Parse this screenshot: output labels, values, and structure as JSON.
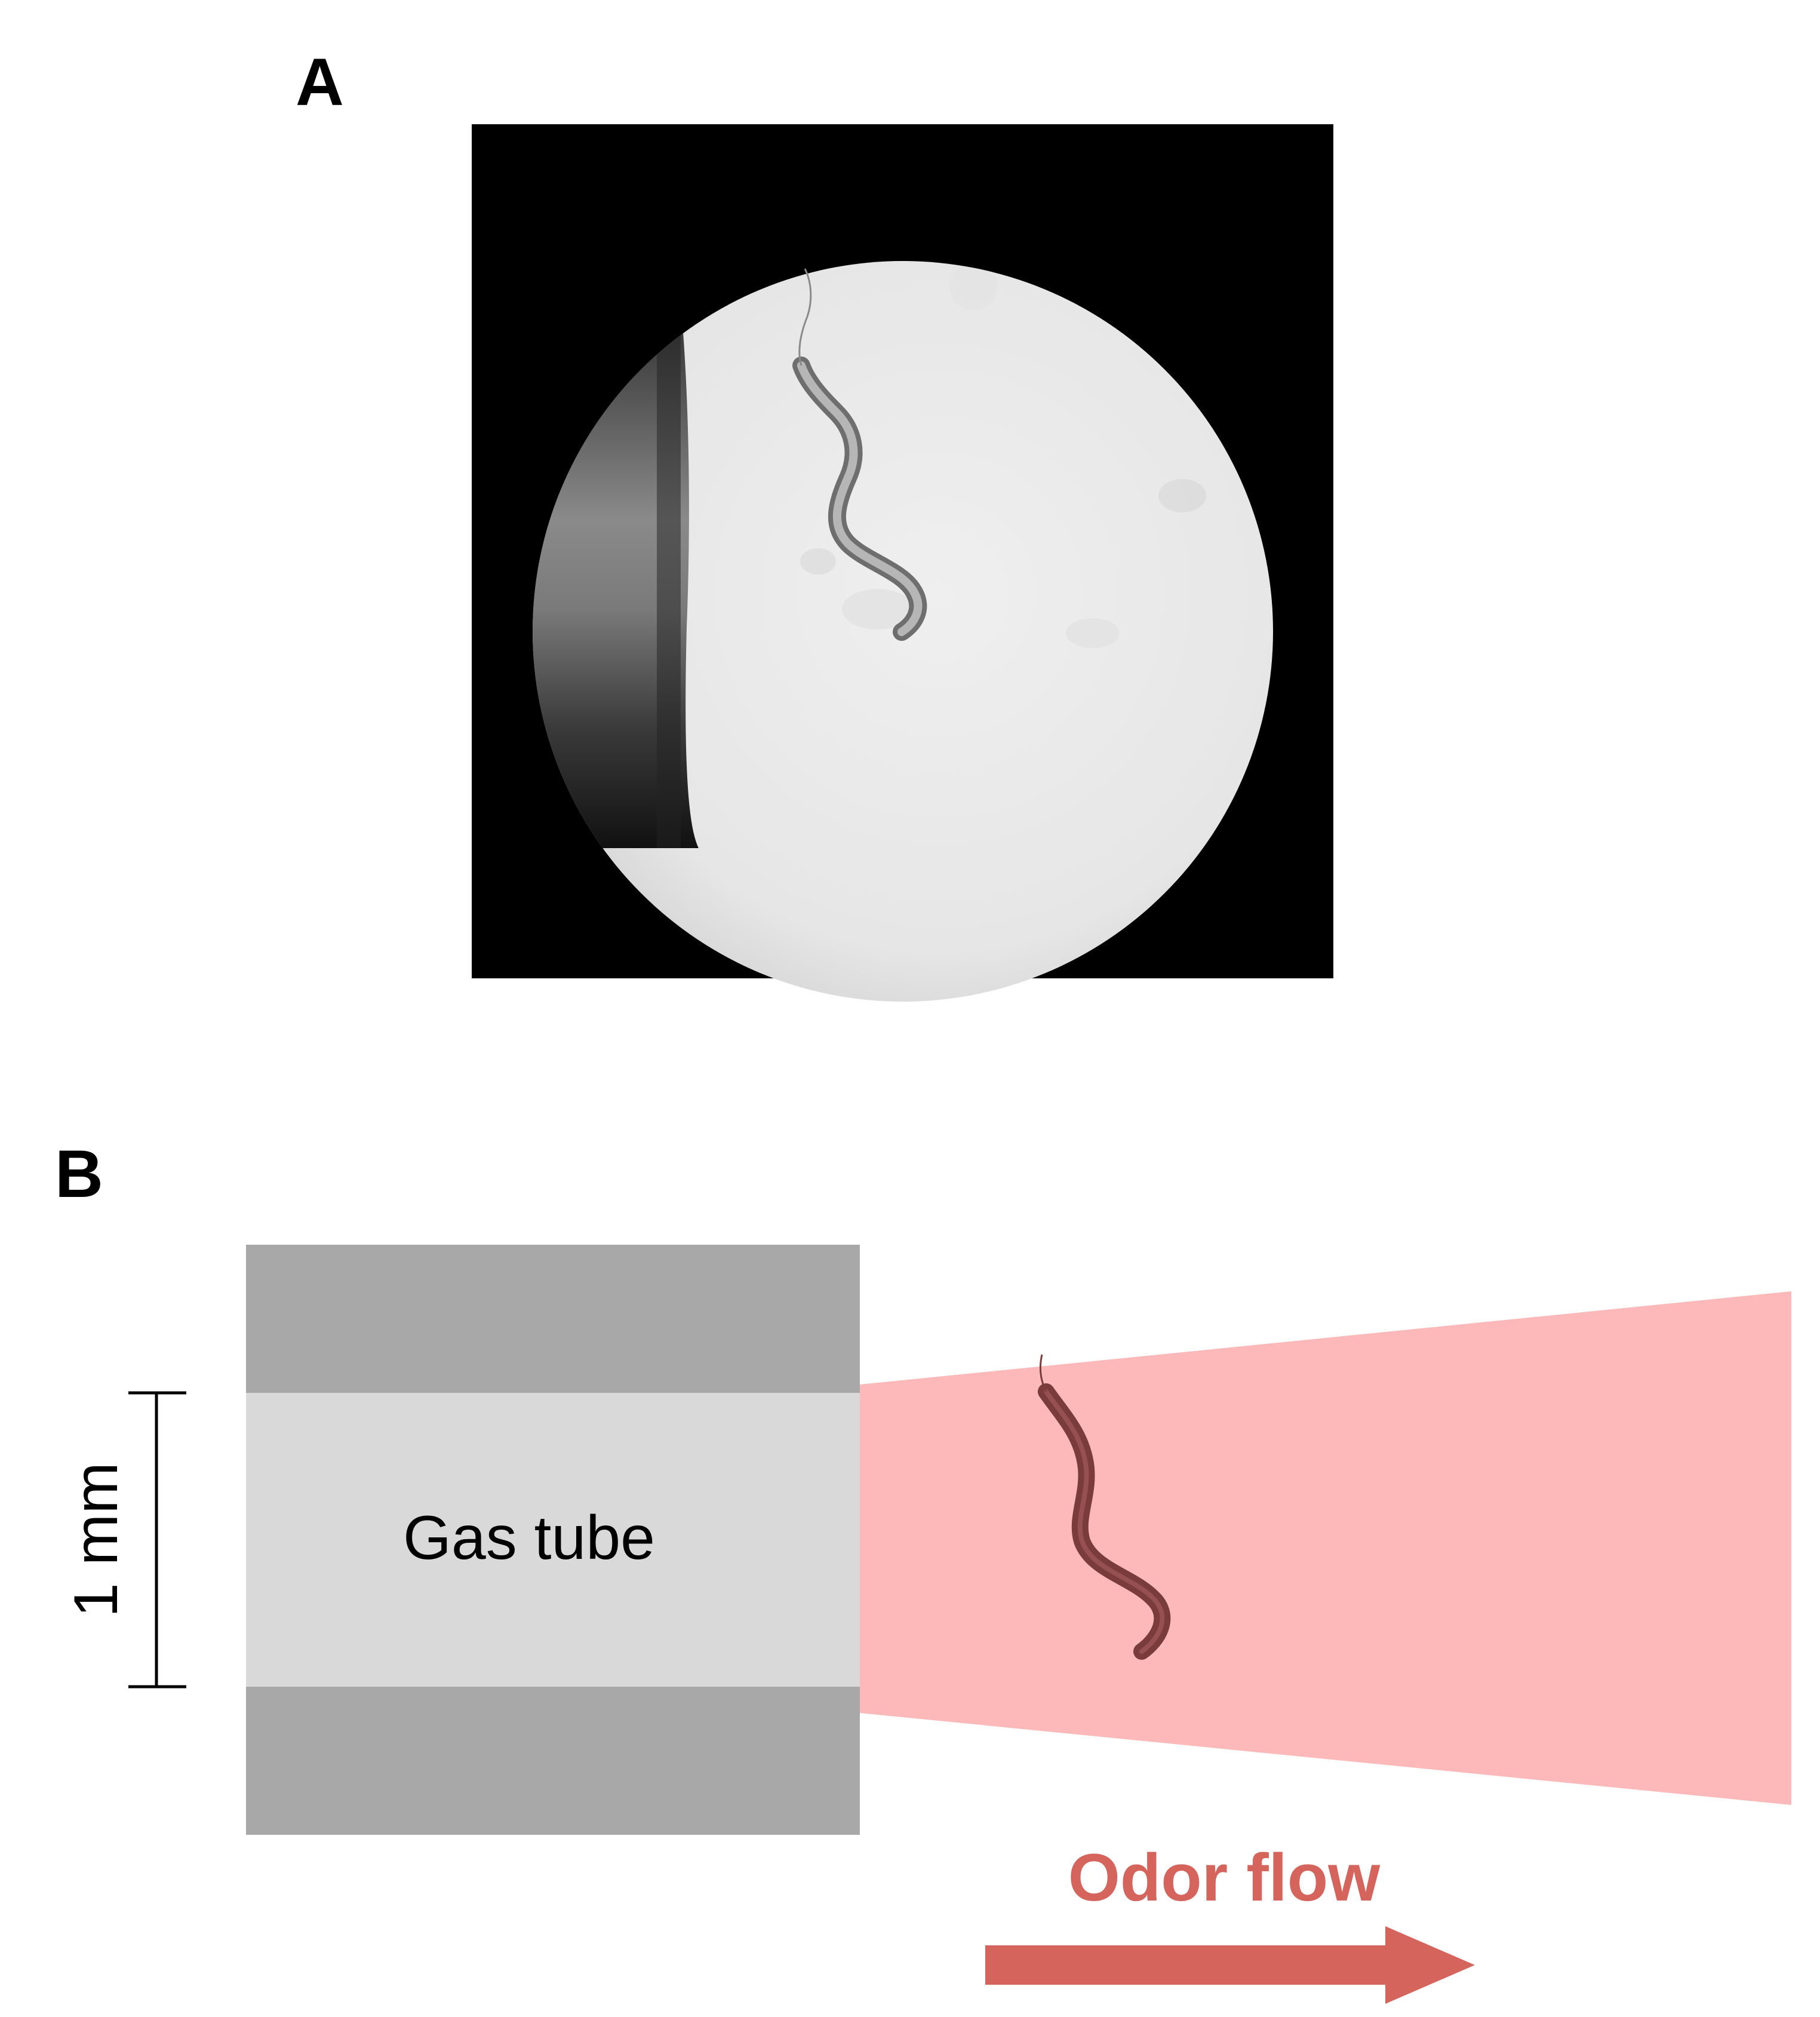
{
  "panels": {
    "a": {
      "label": "A"
    },
    "b": {
      "label": "B",
      "tube_label": "Gas tube",
      "scale_label": "1 mm",
      "flow_label": "Odor flow"
    }
  },
  "colors": {
    "microscope_background": "#000000",
    "dish_light": "#ececec",
    "tube_wall": "#a8a8a8",
    "tube_lumen": "#d9d9d9",
    "odor_plume": "#fdb9b9",
    "flow_accent": "#d4645c",
    "worm_dark": "#7a3b3b"
  },
  "icons": [
    "worm-icon",
    "arrow-right-icon",
    "scale-bar-icon"
  ]
}
